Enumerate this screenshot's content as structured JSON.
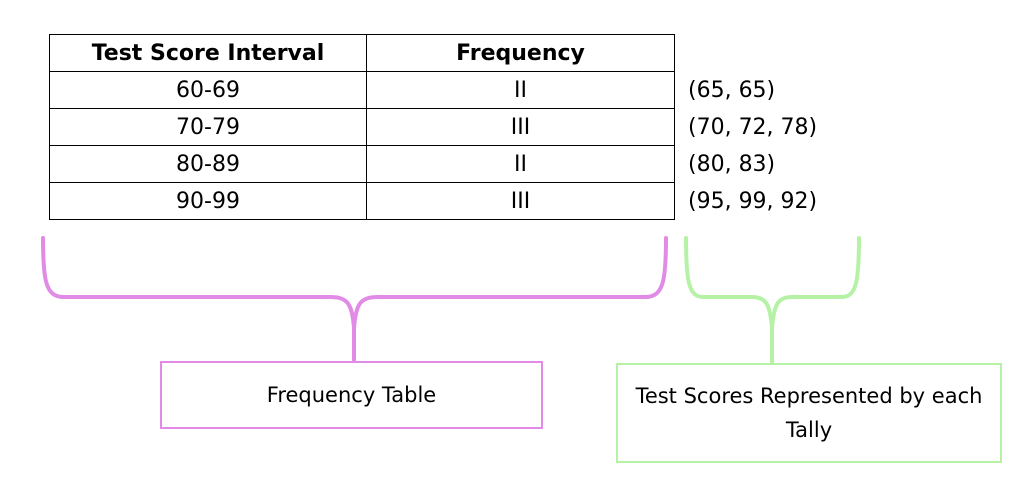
{
  "table": {
    "headers": [
      "Test Score Interval",
      "Frequency"
    ],
    "rows": [
      {
        "interval": "60-69",
        "frequency": "II"
      },
      {
        "interval": "70-79",
        "frequency": "III"
      },
      {
        "interval": "80-89",
        "frequency": "II"
      },
      {
        "interval": "90-99",
        "frequency": "III"
      }
    ]
  },
  "scores": [
    "(65, 65)",
    "(70, 72, 78)",
    "(80, 83)",
    "(95, 99, 92)"
  ],
  "labels": {
    "frequency_table": "Frequency Table",
    "tally_scores": "Test Scores Represented by each Tally"
  },
  "colors": {
    "frequency_brace": "#e18be6",
    "tally_brace": "#b6f2a6"
  }
}
